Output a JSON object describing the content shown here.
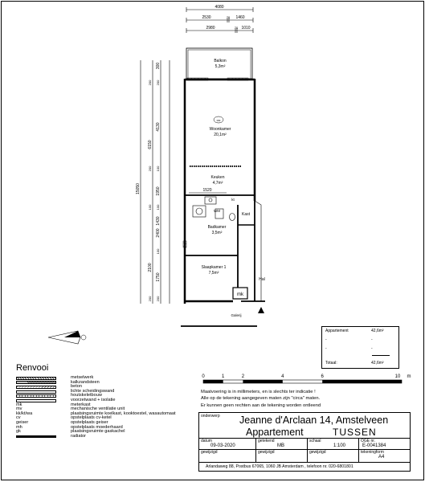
{
  "dimensions": {
    "top_total": "4080",
    "top_left": "2530",
    "top_mid": "70",
    "top_right": "1460",
    "top2_left": "2980",
    "top2_mid": "70",
    "top2_right": "1010",
    "left_total": "15050",
    "left_300": "300",
    "left_4130": "4130",
    "left_6150": "6150",
    "left_1950": "1950",
    "left_1430": "1430",
    "left_2400": "2400",
    "left_2100": "2100",
    "left_1750": "1750",
    "wall_a": "200",
    "wall_b": "200",
    "wall_c": "200",
    "wall_d": "100",
    "wall_e": "100",
    "wall_f": "100",
    "wall_g": "100",
    "wall_h": "200",
    "wall_i": "200",
    "keuken_width": "1520"
  },
  "rooms": {
    "balkon": "Balkon",
    "balkon_area": "5,3m²",
    "woonkamer": "Woonkamer",
    "woonkamer_area": "20,1m²",
    "keuken": "Keuken",
    "keuken_area": "4,7m²",
    "badkamer": "Badkamer",
    "badkamer_area": "3,5m²",
    "slaapkamer": "Slaapkamer 1",
    "slaapkamer_area": "7,5m²",
    "hal": "Hal",
    "kast": "Kast",
    "wm": "WM",
    "kt": "kt",
    "mk": "mk",
    "galerij": "Galerij",
    "rook": "RM"
  },
  "legend": {
    "title": "Renvooi",
    "items": [
      {
        "label": "metselwerk",
        "pattern": "hatch"
      },
      {
        "label": "kalkzandsteen",
        "pattern": "dense"
      },
      {
        "label": "beton",
        "pattern": "concrete"
      },
      {
        "label": "lichte scheidingswand",
        "pattern": "blank"
      },
      {
        "label": "houtskeletbouw",
        "pattern": "wood"
      },
      {
        "label": "voorzetwand + isolatie",
        "pattern": "insul"
      }
    ],
    "abbreviations": [
      {
        "code": "mk",
        "label": "meterkast"
      },
      {
        "code": "mv",
        "label": "mechanische ventilatie unit"
      },
      {
        "code": "kk/kt/wa",
        "label": "plaatsingsruimte koelkast, kooktoestel, wasautomaat"
      },
      {
        "code": "cv",
        "label": "opstelplaats cv-ketel"
      },
      {
        "code": "geiser",
        "label": "opstelplaats geiser"
      },
      {
        "code": "mh",
        "label": "opstelplaats moederhaard"
      },
      {
        "code": "gk",
        "label": "plaatsingsruimte gaskachel"
      }
    ],
    "radiator": "radiator"
  },
  "area_table": {
    "row1_label": "Appartement",
    "row1_value": "42,6m²",
    "row2_label": "-",
    "row2_value": "-",
    "row3_label": "-",
    "row3_value": "-",
    "total_label": "Totaal:",
    "total_value": "42,6m²"
  },
  "scale_bar": {
    "ticks": [
      "0",
      "1",
      "2",
      "4",
      "6",
      "10"
    ],
    "unit": "m"
  },
  "notes": {
    "line1": "Maatvoering is in millimeters, en is slechts ter indicatie !",
    "line2": "Alle op de tekening aangegeven maten zijn \"circa\" maten.",
    "line3": "Er kunnen geen rechten aan de tekening worden ontleend"
  },
  "title_block": {
    "onderwerp_label": "onderwerp",
    "address": "Jeanne d'Arclaan 14, Amstelveen",
    "subtitle1": "Appartement",
    "subtitle2": "TUSSEN",
    "datum_label": "datum",
    "datum_value": "09-03-2020",
    "getekend_label": "getekend",
    "getekend_value": "MB",
    "schaal_label": "schaal",
    "schaal_value": "1:100",
    "ogenr_label": "OGE nr.",
    "ogenr_value": "E-0041384",
    "gewijzigd1": "gewijzigd",
    "gewijzigd2": "gewijzigd",
    "gewijzigd3": "gewijzigd",
    "tekeningform_label": "tekeningform",
    "tekeningform_value": "A4",
    "footer": "Arlandaweg 88, Postbus 67065, 1060 JB Amsterdam , telefoon nr. 020-6801801"
  }
}
